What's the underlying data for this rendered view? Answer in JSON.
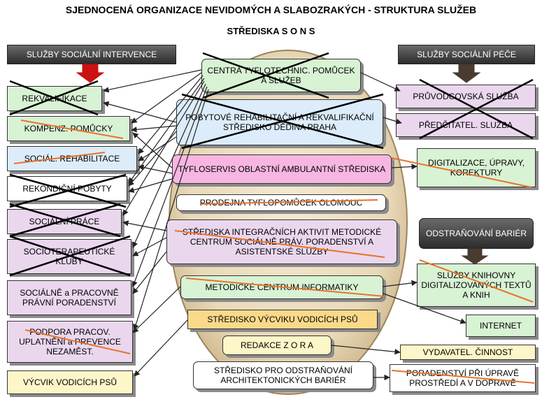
{
  "title": "SJEDNOCENÁ ORGANIZACE NEVIDOMÝCH A SLABOZRAKÝCH   - STRUKTURA  SLUŽEB",
  "subtitle": "STŘEDISKA S O N S",
  "left_header": "SLUŽBY SOCIÁLNÍ  INTERVENCE",
  "right_header": "SLUŽBY SOCIÁLNÍ  PÉČE",
  "barriers_header": "ODSTRAŇOVÁNÍ BARIÉR",
  "left_items": [
    "REKVALIFIKACE",
    "KOMPENZ. POMŮCKY",
    "SOCIÁL.  REHABILITACE",
    "REKONDIČNÍ  POBYTY",
    "SOCIÁLNÍ  PRÁCE",
    "SOCIOTERAPEUTICKÉ KLUBY",
    "SOCIÁLNĚ a PRACOVNĚ PRÁVNÍ PORADENSTVÍ",
    "PODPORA PRACOV. UPLATNĚNÍ a PREVENCE NEZAMĚST.",
    "VÝCVIK VODICÍCH PSŮ"
  ],
  "right_items": [
    "PRŮVODCOVSKÁ  SLUŽBA",
    "PŘEDČITATEL.  SLUŽBA",
    "DIGITALIZACE, ÚPRAVY, KOREKTURY",
    "SLUŽBY KNIHOVNY DIGITALIZOVANÝCH TEXTŮ A KNIH",
    "INTERNET",
    "VYDAVATEL. ČINNOST",
    "PORADENSTVÍ PŘI ÚPRAVĚ PROSTŘEDÍ A V DOPRAVĚ"
  ],
  "centers": [
    "CENTRA  TYFLOTECHNIC. POMŮCEK A SLUŽEB",
    "POBYTOVÉ  REHABILITAČNÍ A REKVALIFIKAČNÍ  STŘEDISKO DĚDINA  PRAHA",
    "TYFLOSERVIS OBLASTNÍ  AMBULANTNÍ STŘEDISKA",
    "PRODEJNA TYFLOPOMŮCEK OLOMOUC",
    "STŘEDISKA INTEGRAČNÍCH AKTIVIT METODICKÉ CENTRUM SOCIÁLNĚ PRÁV. PORADENSTVÍ A ASISTENTSKÉ SLUŽBY",
    "METODICKÉ CENTRUM INFORMATIKY",
    "STŘEDISKO VÝCVIKU VODICÍCH PSŮ",
    "REDAKCE  Z O R A",
    "STŘEDISKO PRO ODSTRAŇOVÁNÍ ARCHITEKTONICKÝCH BARIÉR"
  ],
  "colors": {
    "ellipse": "#e9d9b8",
    "cross": "#000000",
    "strike": "#e8732a",
    "arrow": "#222222",
    "left_header_arrow": "#cc1111",
    "right_header_arrow": "#4a3a30"
  }
}
